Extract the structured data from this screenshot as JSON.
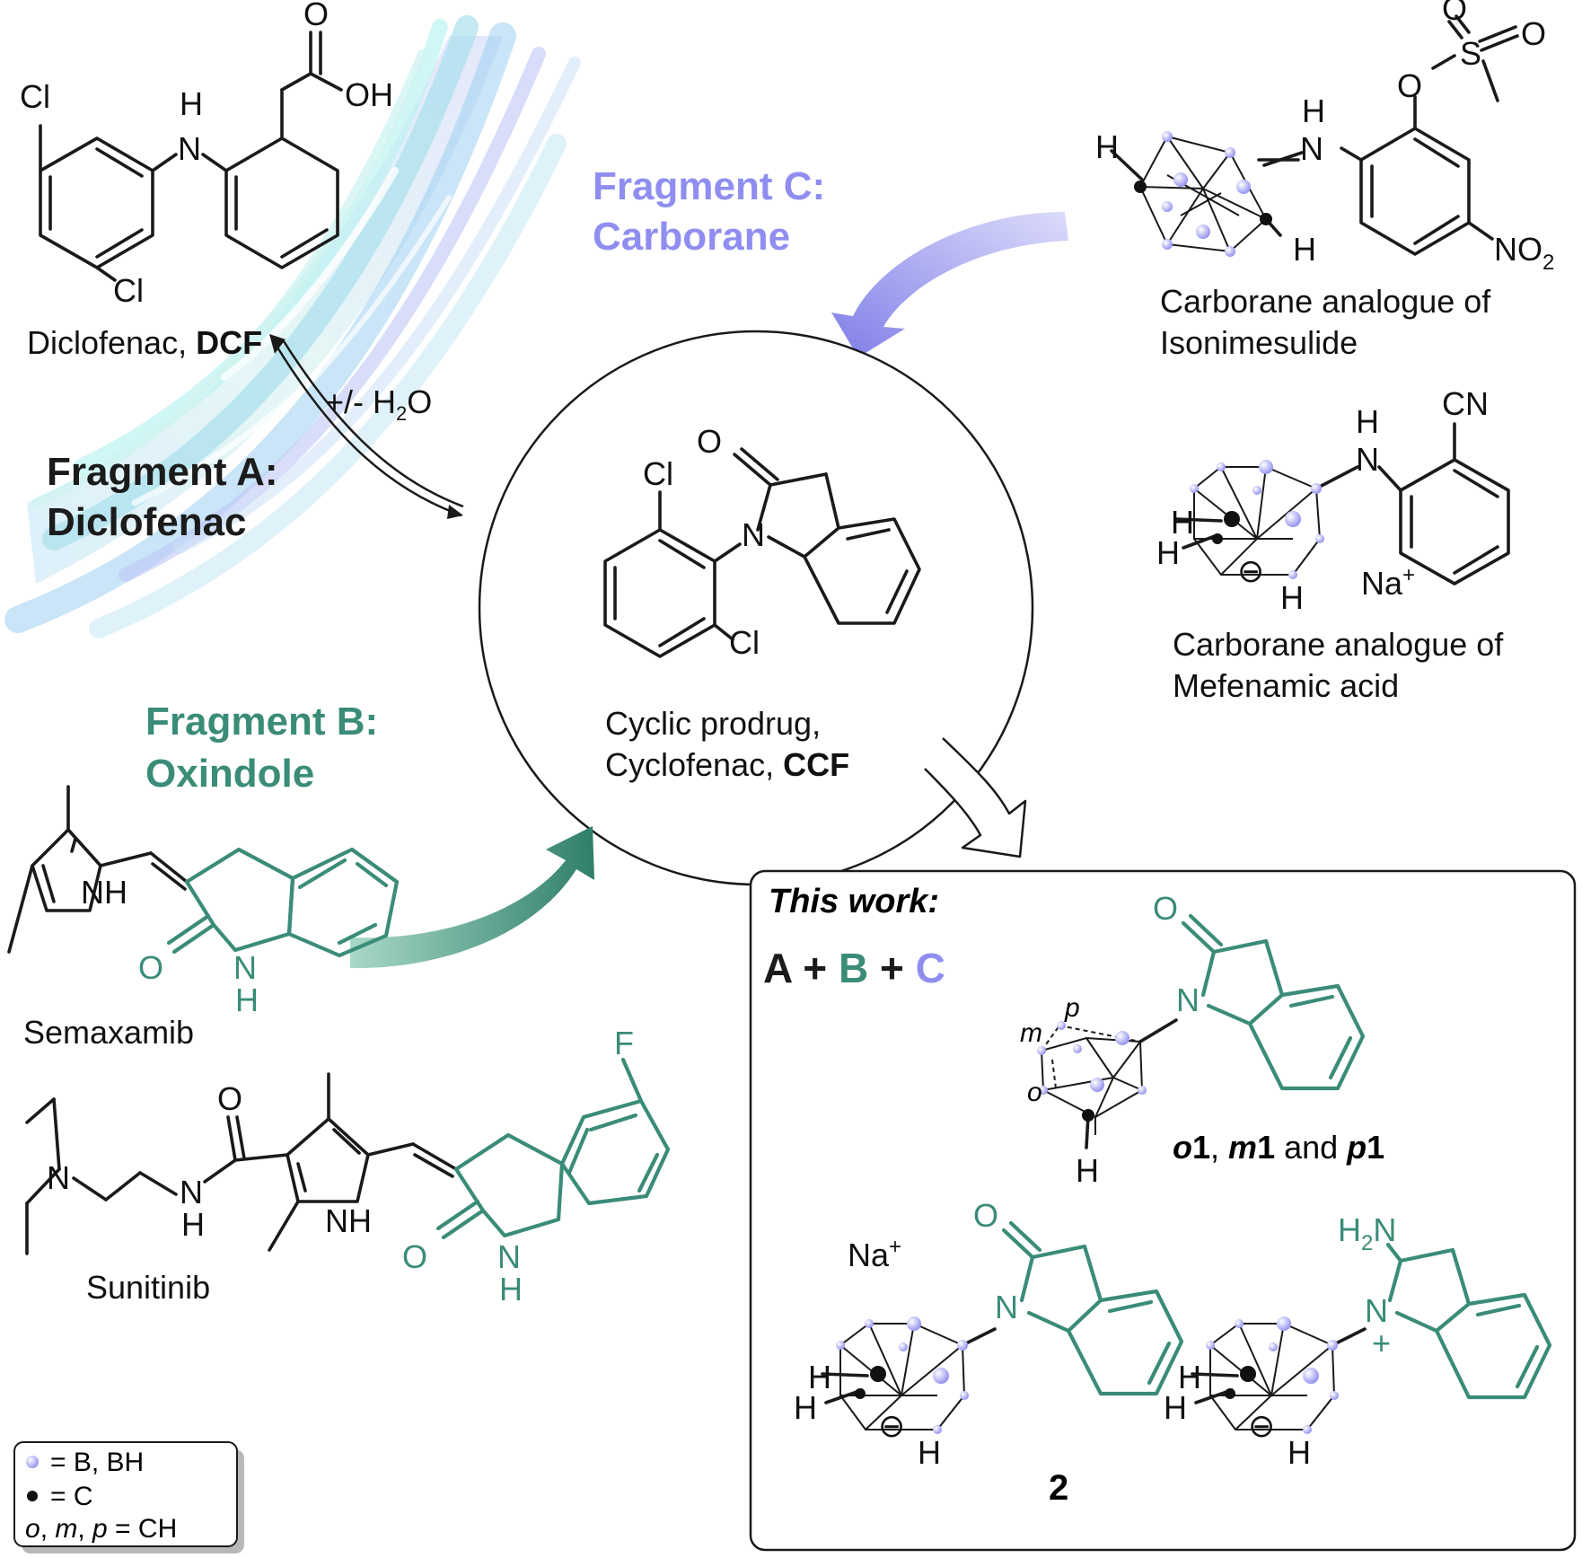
{
  "molecules": {
    "dcf": {
      "name": "Diclofenac, ",
      "abbr": "DCF",
      "cl1": "Cl",
      "cl2": "Cl",
      "nh": "H",
      "n": "N",
      "o": "O",
      "oh": "OH"
    },
    "ccf": {
      "line1": "Cyclic prodrug,",
      "line2": "Cyclofenac, ",
      "abbr": "CCF",
      "cl1": "Cl",
      "cl2": "Cl",
      "o": "O",
      "n": "N"
    },
    "isonimesulide": {
      "line1": "Carborane analogue of",
      "line2": "Isonimesulide",
      "h1": "H",
      "h2": "H",
      "nh_h": "H",
      "n": "N",
      "o1": "O",
      "o2": "O",
      "o3": "O",
      "s": "S",
      "no2": "NO",
      "no2_sub": "2"
    },
    "mefenamic": {
      "line1": "Carborane analogue of",
      "line2": "Mefenamic acid",
      "cn": "CN",
      "nh_h": "H",
      "n": "N",
      "h1": "H",
      "h2": "H",
      "h3": "H",
      "na": "Na",
      "plus": "+",
      "minus": "⊖"
    },
    "semaxamib": {
      "name": "Semaxamib",
      "nh": "NH",
      "o": "O",
      "n": "N",
      "h": "H"
    },
    "sunitinib": {
      "name": "Sunitinib",
      "o1": "O",
      "f": "F",
      "n1": "N",
      "nh1_n": "N",
      "nh1_h": "H",
      "nh2": "NH",
      "o2": "O",
      "n3": "N",
      "h3": "H"
    }
  },
  "fragments": {
    "a_line1": "Fragment A:",
    "a_line2": "Diclofenac",
    "b_line1": "Fragment B:",
    "b_line2": "Oxindole",
    "c_line1": "Fragment C:",
    "c_line2": "Carborane"
  },
  "equilibrium": {
    "label": "+/- H",
    "sub": "2",
    "tail": "O"
  },
  "this_work": {
    "title": "This work:",
    "a": "A",
    "plus1": " + ",
    "b": "B",
    "plus2": " + ",
    "c": "C",
    "o1_o": "O",
    "o1_n": "N",
    "m": "m",
    "p": "p",
    "o": "o",
    "h": "H",
    "compounds_o": "o",
    "compounds_1a": "1",
    "compounds_sep1": ", ",
    "compounds_m": "m",
    "compounds_1b": "1",
    "compounds_and": " and ",
    "compounds_p": "p",
    "compounds_1c": "1",
    "c2_na": "Na",
    "c2_plus": "+",
    "c2_o": "O",
    "c2_n": "N",
    "c2_h1": "H",
    "c2_h2": "H",
    "c2_h3": "H",
    "c2_minus": "⊖",
    "c3_h2n": "H",
    "c3_h2n_sub": "2",
    "c3_h2n_tail": "N",
    "c3_n": "N",
    "c3_plus": "+",
    "c3_h1": "H",
    "c3_h2": "H",
    "c3_h3": "H",
    "c3_minus": "⊖",
    "compound2": "2"
  },
  "legend": {
    "b_label": "=  B, BH",
    "c_label": "=  C",
    "omp_o": "o",
    "omp_sep1": ", ",
    "omp_m": "m",
    "omp_sep2": ", ",
    "omp_p": "p",
    "omp_tail": "  =  CH"
  },
  "colors": {
    "oxindole": "#3a8c78",
    "carborane": "#8f8ef0",
    "boron_atom": "#b9b8f6",
    "carbon_atom": "#111111"
  }
}
